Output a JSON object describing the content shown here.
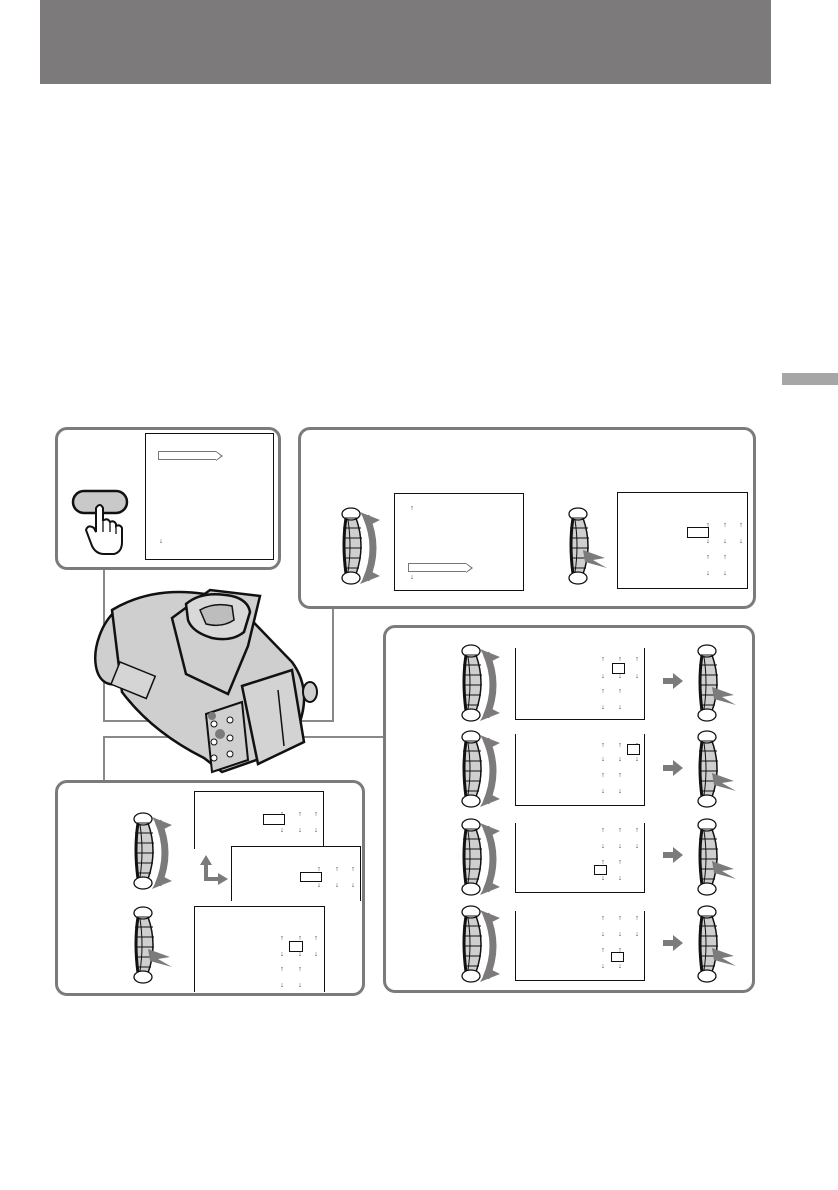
{
  "page": {
    "header": {
      "color": "#7c7a7a",
      "text": ""
    },
    "side_tab": {
      "color": "#a7a6a6"
    },
    "panel_border_color": "#7c7a7a",
    "arrow_color": "#7c7a7a"
  },
  "icons": {
    "button": "menu-button-icon",
    "hand": "pointing-hand-icon",
    "dial_turn": "control-dial-turn-icon",
    "dial_press": "control-dial-press-icon",
    "next_step": "right-arrow-icon",
    "transition": "corner-arrow-icon",
    "camera": "camcorder-illustration"
  },
  "tick_glyphs": {
    "up": "↑",
    "down": "↓"
  },
  "steps": [
    {
      "id": "step-1",
      "action": "press-menu-button",
      "screen": {
        "menu_bar_row": "top",
        "indicator": "down"
      }
    },
    {
      "id": "step-2",
      "actions": [
        "turn-dial",
        "press-dial"
      ],
      "screens": [
        {
          "menu_bar_row": "bottom",
          "indicators": [
            "up",
            "down"
          ]
        },
        {
          "selection": "row1-col0",
          "grid_rows": 2,
          "grid_cols": [
            3,
            2
          ]
        }
      ]
    },
    {
      "id": "step-3",
      "actions": [
        "turn-dial",
        "press-dial"
      ],
      "screens": [
        {
          "selection": "row1-col0",
          "view": "wide"
        },
        {
          "selection": "row1-col0",
          "view": "shifted"
        },
        {
          "selection": "row1-col1",
          "grid_rows": 2
        }
      ]
    },
    {
      "id": "step-4",
      "rows": [
        {
          "selection": "row1-col1"
        },
        {
          "selection": "row1-col2"
        },
        {
          "selection": "row2-col0"
        },
        {
          "selection": "row2-col1"
        }
      ]
    }
  ]
}
